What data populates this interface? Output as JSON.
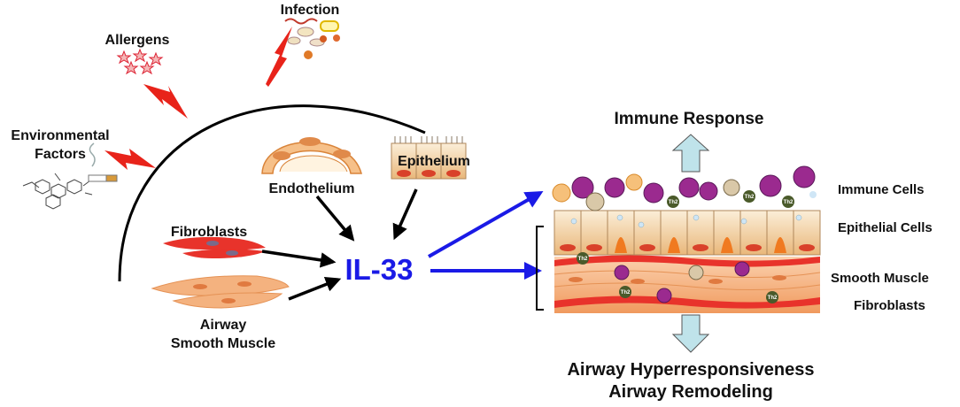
{
  "triggers": {
    "infection": "Infection",
    "allergens": "Allergens",
    "environmental_line1": "Environmental",
    "environmental_line2": "Factors"
  },
  "sources": {
    "endothelium": "Endothelium",
    "epithelium": "Epithelium",
    "fibroblasts": "Fibroblasts",
    "airway_sm_line1": "Airway",
    "airway_sm_line2": "Smooth Muscle"
  },
  "center": {
    "label": "IL-33"
  },
  "outcomes": {
    "immune_response": "Immune Response",
    "ahr_line1": "Airway Hyperresponsiveness",
    "ahr_line2": "Airway Remodeling"
  },
  "tissue_layers": {
    "immune_cells": "Immune Cells",
    "epithelial_cells": "Epithelial Cells",
    "smooth_muscle": "Smooth Muscle",
    "fibroblasts": "Fibroblasts"
  },
  "cell_tags": {
    "th2": "Th2"
  },
  "colors": {
    "il33_blue": "#1a1ae6",
    "lightning_red": "#e8231a",
    "outcome_arrow_fill": "#bfe3ea",
    "fibroblast_red": "#e8332b",
    "smooth_muscle_orange": "#f4b27f",
    "epithelium_tan": "#f2d3a5"
  }
}
